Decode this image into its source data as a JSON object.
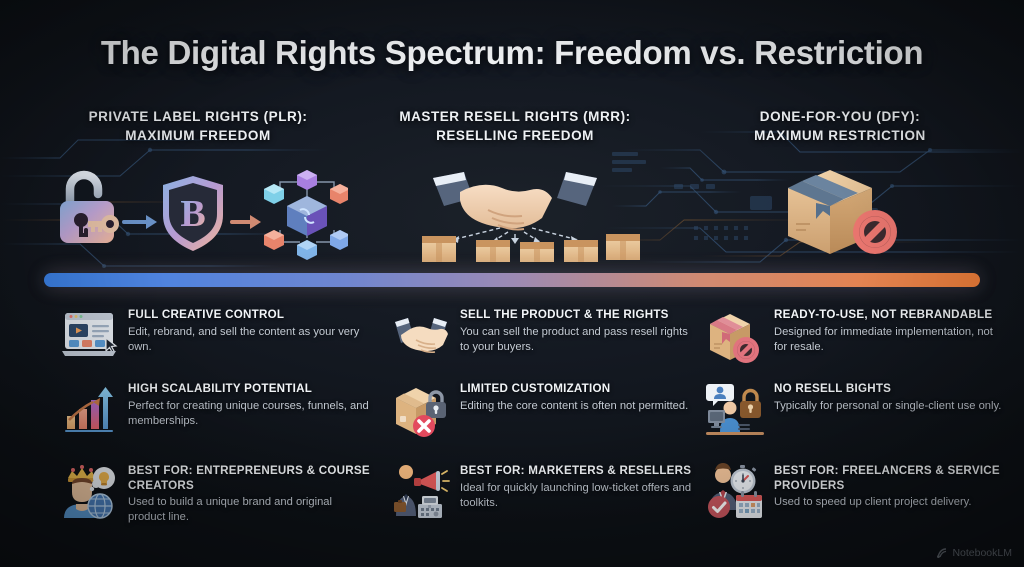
{
  "title": "The Digital Rights Spectrum: Freedom vs. Restriction",
  "colors": {
    "background": "#0e1117",
    "title_text": "#f4f6f8",
    "body_text": "#c3cad3",
    "spectrum_start": "#3b82e8",
    "spectrum_mid": "#9c8ab4",
    "spectrum_end": "#f2803a"
  },
  "spectrum": {
    "label": "freedom-to-restriction-gradient-bar",
    "from": "Maximum Freedom",
    "to": "Maximum Restriction"
  },
  "columns": [
    {
      "id": "plr",
      "heading_line1": "PRIVATE LABEL RIGHTS (PLR):",
      "heading_line2": "MAXIMUM FREEDOM",
      "hero_icons": [
        "open-padlock-with-key-icon",
        "arrow-right-icon",
        "shield-with-letter-b-icon",
        "arrow-right-icon",
        "network-of-cubes-icon"
      ],
      "features": [
        {
          "icon": "laptop-video-editor-icon",
          "title": "FULL CREATIVE CONTROL",
          "desc": "Edit, rebrand, and sell the content as your very own."
        },
        {
          "icon": "growth-bar-chart-arrow-icon",
          "title": "HIGH SCALABILITY POTENTIAL",
          "desc": "Perfect for creating unique courses, funnels, and memberships."
        },
        {
          "icon": "crowned-person-idea-globe-icon",
          "title": "BEST FOR: ENTREPRENEURS & COURSE CREATORS",
          "desc": "Used to build a unique brand and original product line."
        }
      ]
    },
    {
      "id": "mrr",
      "heading_line1": "MASTER RESELL RIGHTS (MRR):",
      "heading_line2": "RESELLING FREEDOM",
      "hero_icons": [
        "handshake-icon",
        "distribution-arrows-icon",
        "five-boxes-icon"
      ],
      "features": [
        {
          "icon": "handshake-icon",
          "title": "SELL THE PRODUCT & THE RIGHTS",
          "desc": "You can sell the product and pass resell rights to your buyers."
        },
        {
          "icon": "locked-box-with-x-icon",
          "title": "LIMITED CUSTOMIZATION",
          "desc": "Editing the core content is often not permitted."
        },
        {
          "icon": "marketer-megaphone-register-icon",
          "title": "BEST FOR: MARKETERS & RESELLERS",
          "desc": "Ideal for quickly launching low-ticket offers and toolkits."
        }
      ]
    },
    {
      "id": "dfy",
      "heading_line1": "DONE-FOR-YOU (DFY):",
      "heading_line2": "MAXIMUM RESTRICTION",
      "hero_icons": [
        "gift-box-with-prohibition-icon"
      ],
      "features": [
        {
          "icon": "gift-box-prohibited-icon",
          "title": "READY-TO-USE, NOT REBRANDABLE",
          "desc": "Designed for immediate implementation, not for resale."
        },
        {
          "icon": "single-user-desk-lock-icon",
          "title": "NO RESELL BIGHTS",
          "desc": "Typically for personal or single-client use only."
        },
        {
          "icon": "freelancer-stopwatch-calendar-icon",
          "title": "BEST FOR: FREELANCERS & SERVICE PROVIDERS",
          "desc": "Used to speed up client project delivery."
        }
      ]
    }
  ],
  "watermark": {
    "label": "NotebookLM"
  }
}
